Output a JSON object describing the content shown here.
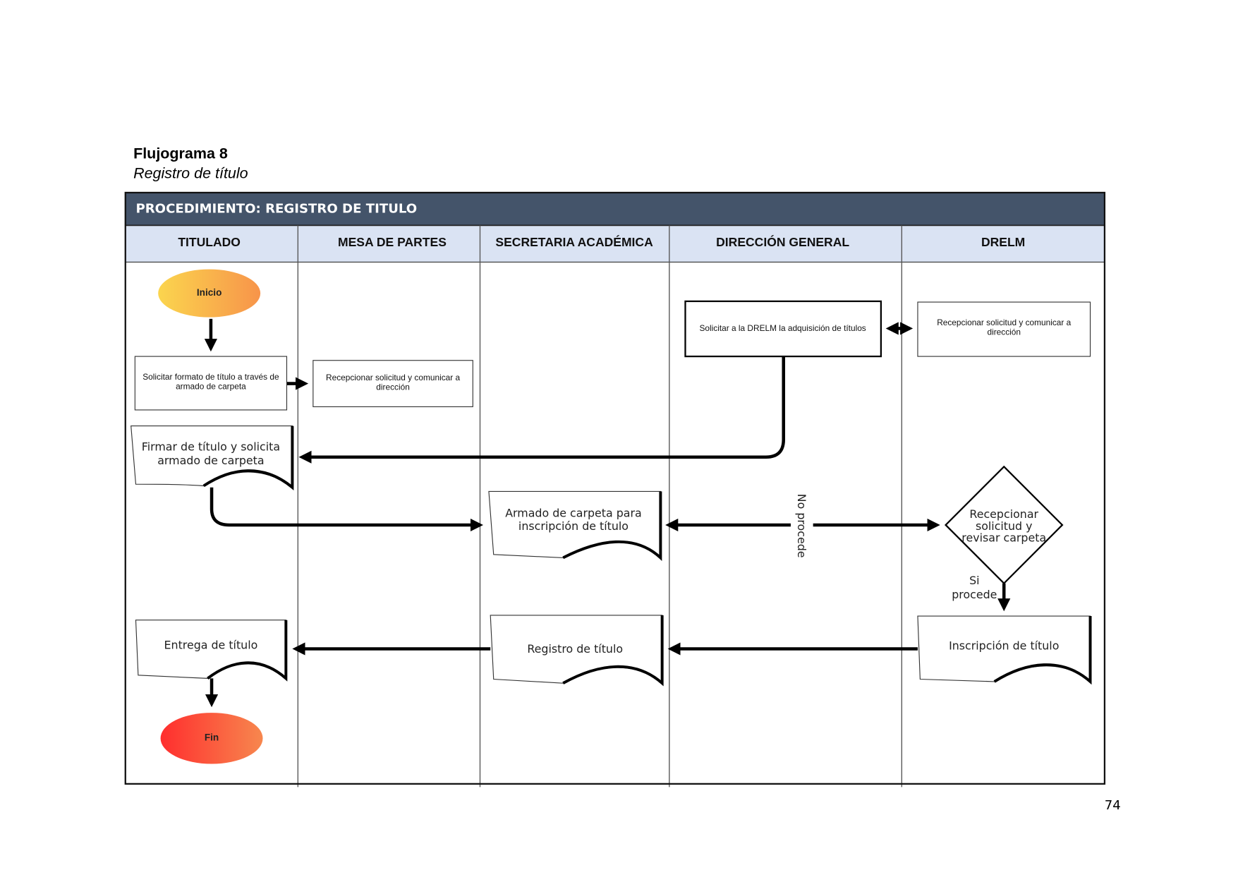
{
  "figure": {
    "label": "Flujograma 8",
    "caption": "Registro de título"
  },
  "procedure_title": "PROCEDIMIENTO: REGISTRO DE TITULO",
  "lanes": [
    "TITULADO",
    "MESA DE PARTES",
    "SECRETARIA ACADÉMICA",
    "DIRECCIÓN GENERAL",
    "DRELM"
  ],
  "nodes": {
    "start": "Inicio",
    "end": "Fin",
    "solicitar_formato": [
      "Solicitar formato de título a través de",
      "armado de carpeta"
    ],
    "recepcionar_mesa": [
      "Recepcionar solicitud y comunicar a",
      "dirección"
    ],
    "solicitar_drelm": "Solicitar a la DRELM la adquisición de títulos",
    "recepcionar_drelm": [
      "Recepcionar solicitud y comunicar a",
      "dirección"
    ],
    "firmar": [
      "Firmar de título y solicita",
      "armado de carpeta"
    ],
    "armado": [
      "Armado de carpeta para",
      "inscripción de título"
    ],
    "decision": [
      "Recepcionar",
      "solicitud y",
      "revisar carpeta"
    ],
    "inscripcion": "Inscripción de título",
    "registro": "Registro de título",
    "entrega": "Entrega de título"
  },
  "edge_labels": {
    "no_procede": "No procede",
    "si_procede": [
      "Si",
      "procede"
    ]
  },
  "colors": {
    "header_bar": "#44546a",
    "lane_header": "#dae3f3",
    "start_from": "#fbd54e",
    "start_to": "#f7944a",
    "end_from": "#ff2e2e",
    "end_to": "#f7874e"
  },
  "page_number": "74"
}
